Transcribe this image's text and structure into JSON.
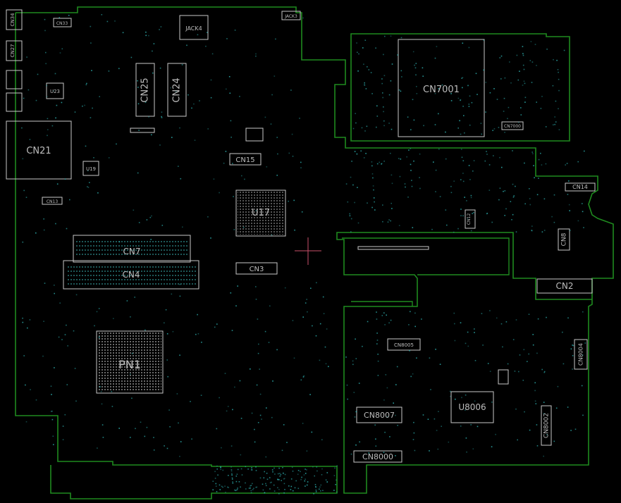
{
  "colors": {
    "background": "#000000",
    "outline": "#1f8a1f",
    "component": "#c8c8c8",
    "label": "#bdbdbd",
    "pad": "#2fb5b5",
    "marker": "#c8506a"
  },
  "labels": {
    "cn34": "CN34",
    "cn33": "CN33",
    "cn27": "CN27",
    "jack4": "JACK4",
    "jack3": "JACK3",
    "cn25": "CN25",
    "cn24": "CN24",
    "u23": "U23",
    "cn21": "CN21",
    "u19": "U19",
    "cn15": "CN15",
    "u17": "U17",
    "cn13": "CN13",
    "cn7": "CN7",
    "cn4": "CN4",
    "cn3": "CN3",
    "pn1": "PN1",
    "cn7001": "CN7001",
    "cn7000": "CN7000",
    "cn14": "CN14",
    "cn12": "CN12",
    "cn8": "CN8",
    "cn2": "CN2",
    "cn8005": "CN8005",
    "cn8004": "CN8004",
    "u8006": "U8006",
    "cn8007": "CN8007",
    "cn8002": "CN8002",
    "cn8000": "CN8000"
  }
}
